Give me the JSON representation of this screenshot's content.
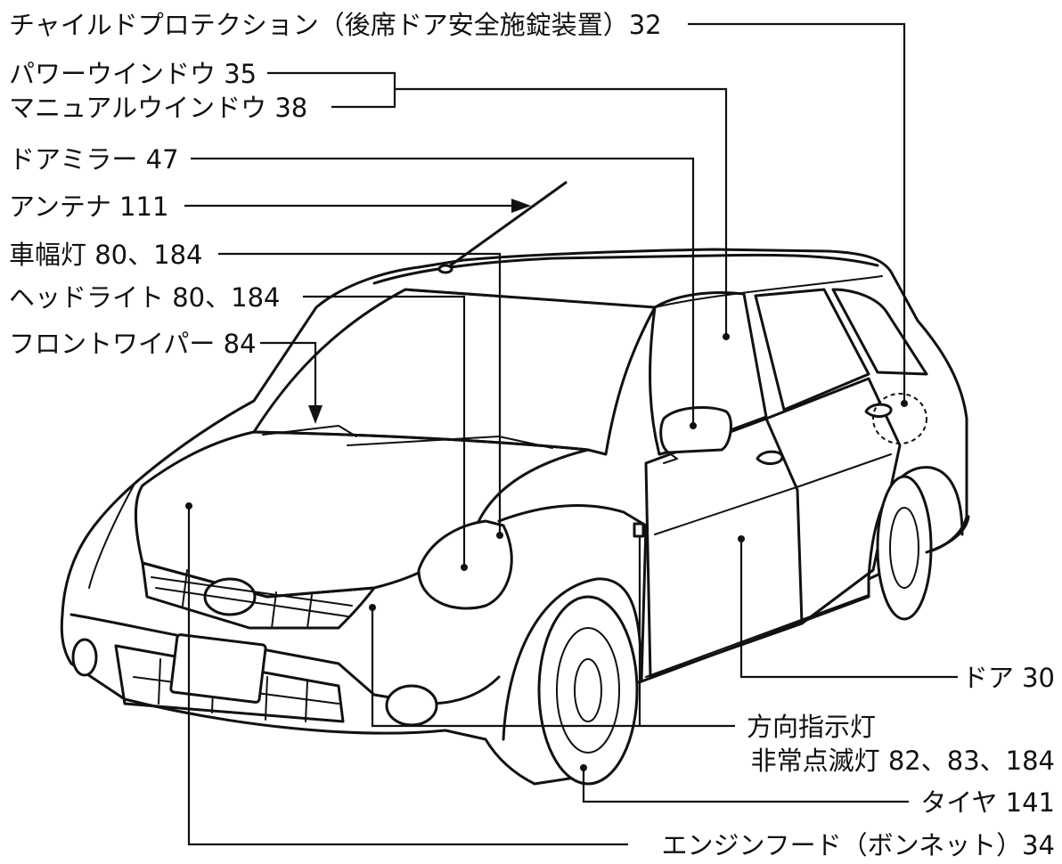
{
  "labels": {
    "child_protection": "チャイルドプロテクション（後席ドア安全施錠装置）32",
    "power_window": "パワーウインドウ 35",
    "manual_window": "マニュアルウインドウ 38",
    "door_mirror": "ドアミラー 47",
    "antenna": "アンテナ 111",
    "side_light": "車幅灯 80、184",
    "headlight": "ヘッドライト 80、184",
    "front_wiper": "フロントワイパー 84",
    "door": "ドア 30",
    "turn_signal": "方向指示灯",
    "hazard_light": "非常点滅灯 82、83、184",
    "tire": "タイヤ 141",
    "engine_hood": "エンジンフード（ボンネット）34"
  }
}
